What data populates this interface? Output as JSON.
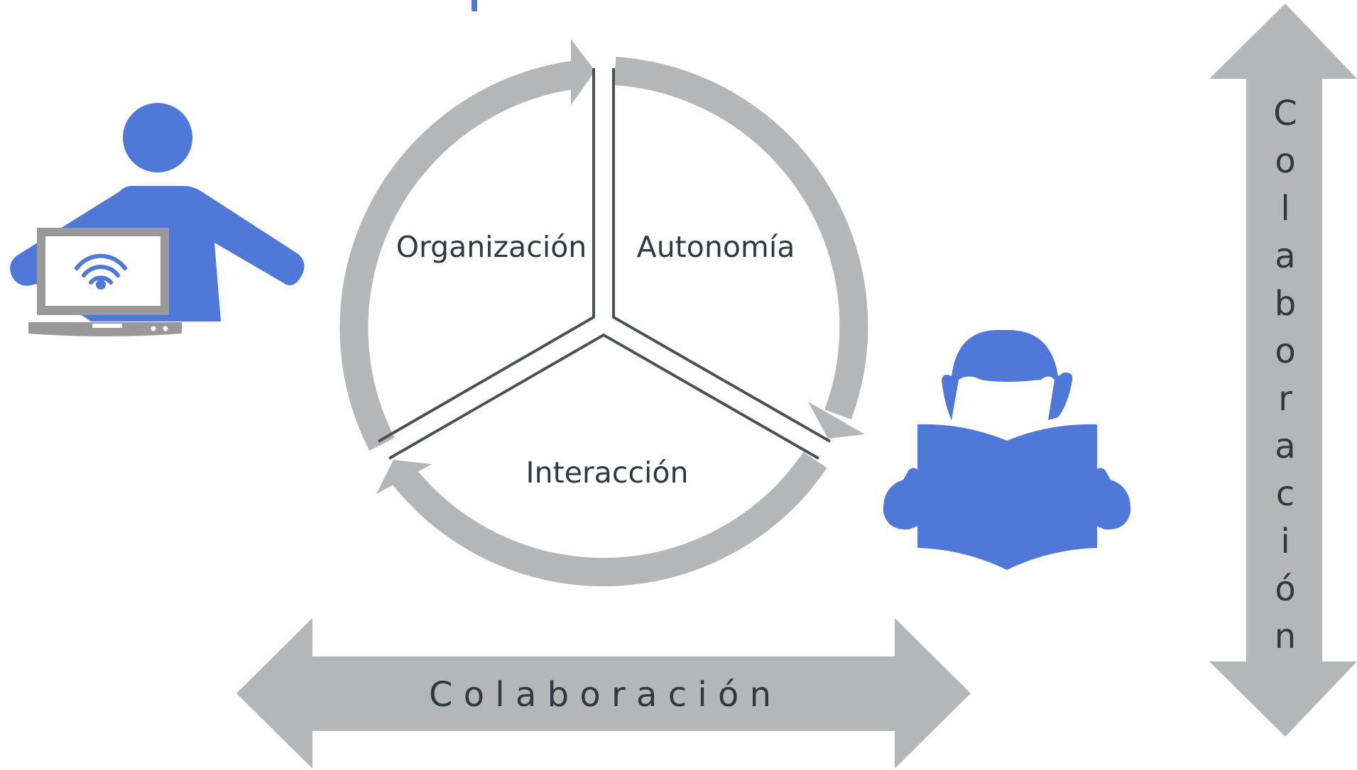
{
  "diagram": {
    "segments": {
      "organizacion": "Organización",
      "autonomia": "Autonomía",
      "interaccion": "Interacción"
    },
    "horizontal_arrow_label": "C o l a b o r a c i ó n",
    "vertical_arrow_letters": [
      "C",
      "o",
      "l",
      "a",
      "b",
      "o",
      "r",
      "a",
      "c",
      "i",
      "ó",
      "n"
    ]
  },
  "colors": {
    "icon_blue": "#5078d8",
    "arrow_gray": "#b4b6b7",
    "text_dark": "#2e3a3f",
    "monitor_gray": "#999999"
  },
  "icons": {
    "left": "teacher-with-laptop-icon",
    "right": "student-reading-book-icon"
  }
}
